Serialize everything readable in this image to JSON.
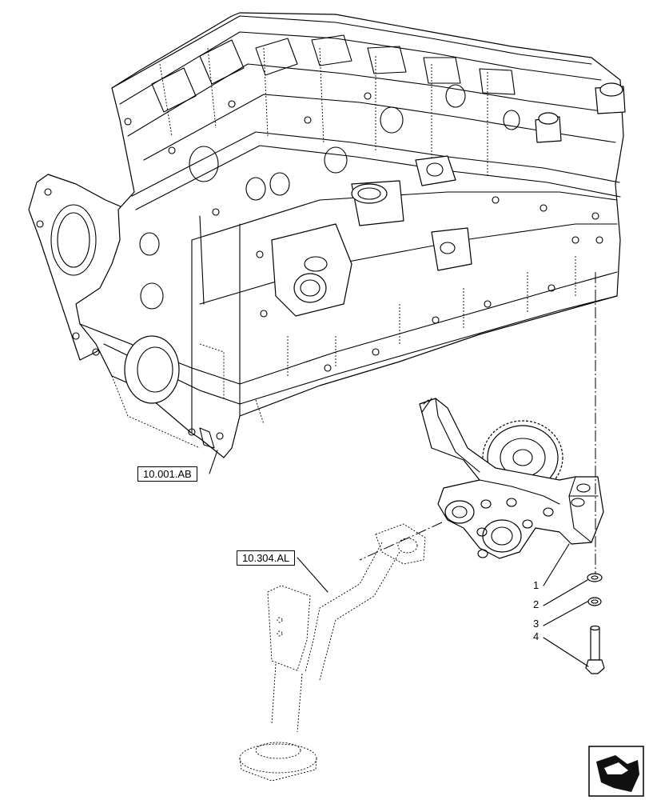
{
  "references": {
    "engine_block": "10.001.AB",
    "oil_suction_pipe": "10.304.AL"
  },
  "callouts": [
    "1",
    "2",
    "3",
    "4"
  ],
  "navigation": {
    "icon": "next-page-arrow-icon"
  }
}
